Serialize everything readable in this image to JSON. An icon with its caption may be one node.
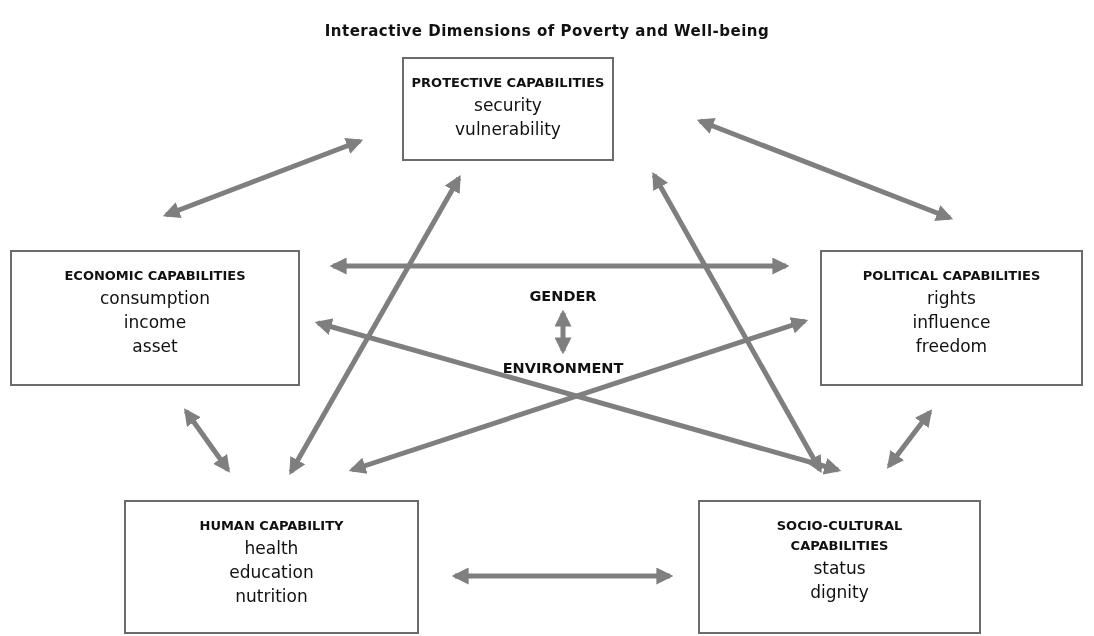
{
  "diagram": {
    "title": "Interactive Dimensions of Poverty and Well-being",
    "nodes": [
      {
        "text": [
          "PROTECTIVE CAPABILITIES",
          "security",
          "vulnerability"
        ]
      },
      {
        "text": [
          "ECONOMIC CAPABILITIES",
          "consumption",
          "income",
          "asset"
        ]
      },
      {
        "text": [
          "POLITICAL CAPABILITIES",
          "rights",
          "influence",
          "freedom"
        ]
      },
      {
        "text": [
          "GENDER"
        ]
      },
      {
        "text": [
          "ENVIRONMENT"
        ]
      },
      {
        "text": [
          "HUMAN CAPABILITY",
          "health",
          "education",
          "nutrition"
        ]
      },
      {
        "text": [
          "SOCIO-CULTURAL CAPABILITIES",
          "status",
          "dignity"
        ]
      }
    ],
    "edges": [
      {
        "from": 0,
        "to": 1,
        "arrow": "both"
      },
      {
        "from": 0,
        "to": 2,
        "arrow": "both"
      },
      {
        "from": 1,
        "to": 2,
        "arrow": "both"
      },
      {
        "from": 3,
        "to": 4,
        "arrow": "both"
      },
      {
        "from": 1,
        "to": 5,
        "arrow": "both"
      },
      {
        "from": 2,
        "to": 6,
        "arrow": "both"
      },
      {
        "from": 5,
        "to": 6,
        "arrow": "both"
      },
      {
        "from": 5,
        "to": 0,
        "arrow": "both"
      },
      {
        "from": 6,
        "to": 0,
        "arrow": "both"
      },
      {
        "from": 1,
        "to": 6,
        "arrow": "both"
      },
      {
        "from": 5,
        "to": 2,
        "arrow": "both"
      }
    ]
  }
}
